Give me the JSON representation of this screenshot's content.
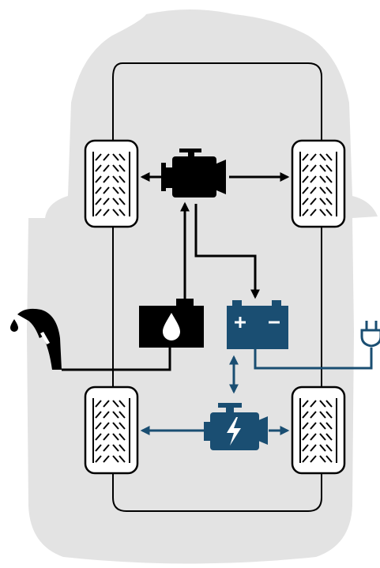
{
  "colors": {
    "background": "#ffffff",
    "car_body": "#e3e3e3",
    "dark": "#000000",
    "electric": "#1a4e72",
    "tire_fill": "#ffffff",
    "icon_symbol": "#ffffff"
  },
  "icons": {
    "combustion_engine": "engine-icon",
    "electric_motor": "electric-motor-icon",
    "fuel_tank": "fuel-tank-icon",
    "battery": "battery-icon",
    "fuel_nozzle": "fuel-nozzle-icon",
    "charging_plug": "plug-icon",
    "wheels": "tire-icon"
  },
  "diagram": {
    "flows": [
      {
        "from": "combustion_engine",
        "to": "front_left_wheel",
        "direction": "one-way"
      },
      {
        "from": "combustion_engine",
        "to": "front_right_wheel",
        "direction": "one-way"
      },
      {
        "from": "fuel_tank",
        "to": "combustion_engine",
        "direction": "one-way"
      },
      {
        "from": "combustion_engine",
        "to": "battery",
        "direction": "one-way"
      },
      {
        "from": "battery",
        "to": "electric_motor",
        "direction": "two-way"
      },
      {
        "from": "electric_motor",
        "to": "rear_left_wheel",
        "direction": "one-way"
      },
      {
        "from": "electric_motor",
        "to": "rear_right_wheel",
        "direction": "one-way"
      },
      {
        "from": "fuel_nozzle",
        "to": "fuel_tank",
        "direction": "connection"
      },
      {
        "from": "charging_plug",
        "to": "battery",
        "direction": "connection"
      }
    ],
    "battery_terminals": [
      "+",
      "−"
    ]
  }
}
